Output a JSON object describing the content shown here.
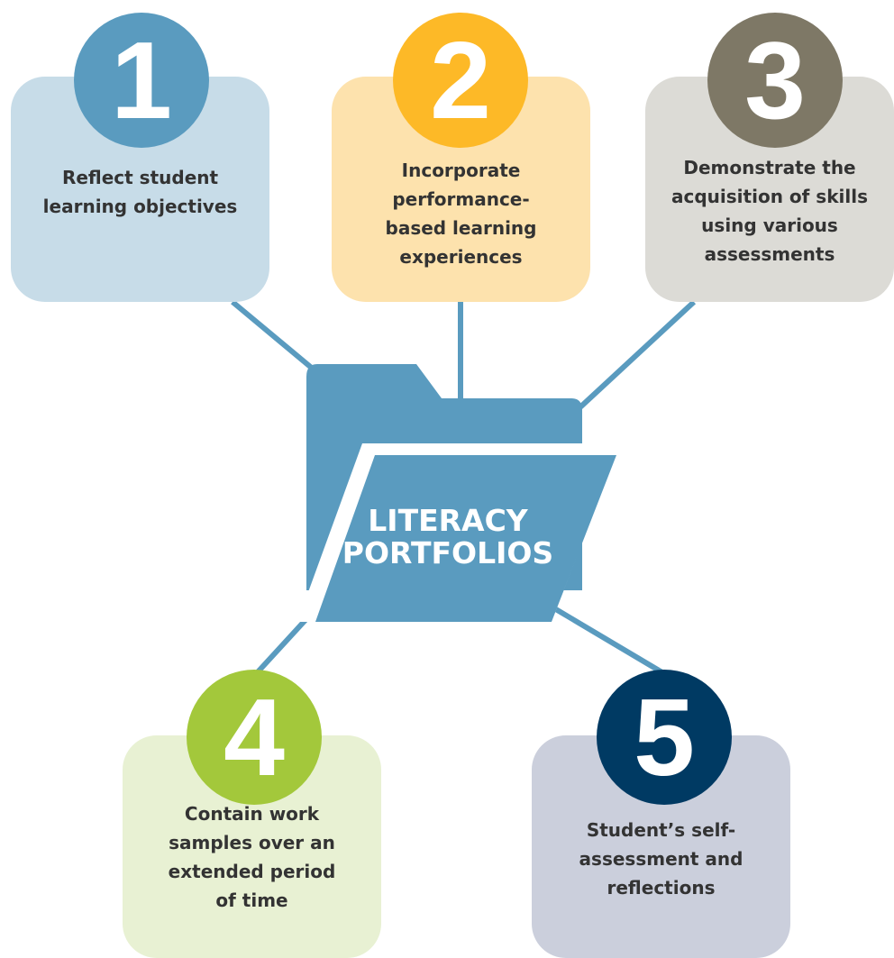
{
  "center": {
    "line1": "LITERACY",
    "line2": "PORTFOLIOS",
    "color": "#5a9bbf",
    "icon": "folder-icon"
  },
  "items": [
    {
      "number": "1",
      "text": "Reflect student learning objectives",
      "circle_color": "#5a9bbf",
      "box_color": "#c7dce8"
    },
    {
      "number": "2",
      "text": "Incorporate performance-based learning experiences",
      "circle_color": "#fdb927",
      "box_color": "#fde2ad"
    },
    {
      "number": "3",
      "text": "Demonstrate the acquisition of skills using various assessments",
      "circle_color": "#7e7866",
      "box_color": "#dcdbd6"
    },
    {
      "number": "4",
      "text": "Contain work samples over an extended period of time",
      "circle_color": "#a3c83b",
      "box_color": "#e8f1d3"
    },
    {
      "number": "5",
      "text": "Student’s self-assessment and reflections",
      "circle_color": "#003a63",
      "box_color": "#cbcfdc"
    }
  ],
  "connector_color": "#5a9bbf",
  "text_color": "#333333"
}
